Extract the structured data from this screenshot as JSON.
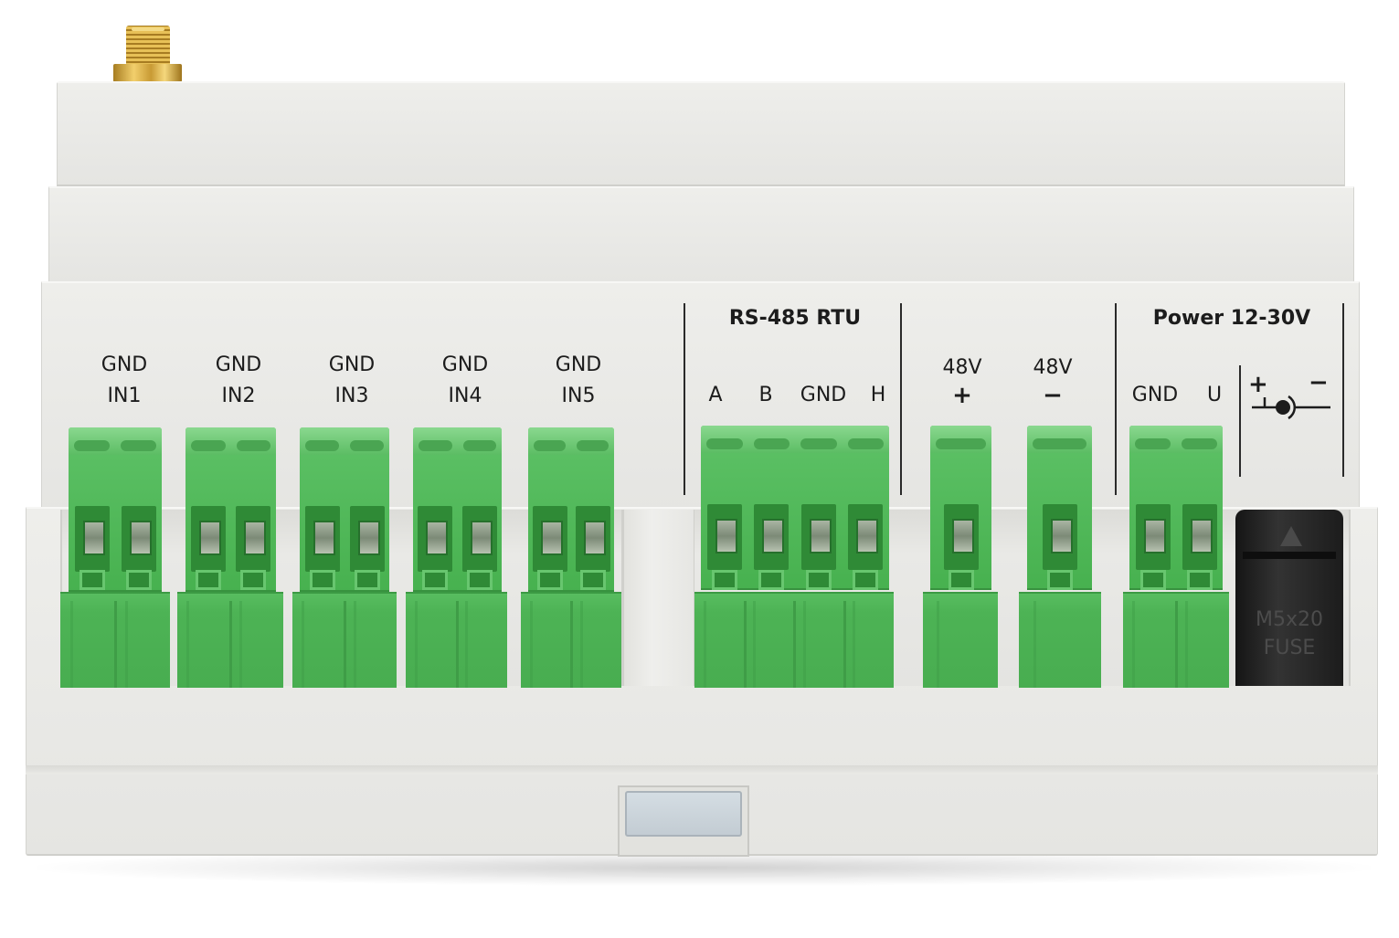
{
  "inputs": [
    {
      "top": "GND",
      "bottom": "IN1"
    },
    {
      "top": "GND",
      "bottom": "IN2"
    },
    {
      "top": "GND",
      "bottom": "IN3"
    },
    {
      "top": "GND",
      "bottom": "IN4"
    },
    {
      "top": "GND",
      "bottom": "IN5"
    }
  ],
  "rs485": {
    "title": "RS-485 RTU",
    "pins": [
      "A",
      "B",
      "GND",
      "H"
    ]
  },
  "out48": [
    {
      "top": "48V",
      "bottom": "+"
    },
    {
      "top": "48V",
      "bottom": "−"
    }
  ],
  "power": {
    "title": "Power 12-30V",
    "pins": [
      "GND",
      "U"
    ],
    "polarity_plus": "+",
    "polarity_minus": "−"
  },
  "fuse": {
    "line1": "M5x20",
    "line2": "FUSE"
  },
  "colors": {
    "housing": "#e9e9e6",
    "terminal_green": "#4fb957",
    "fuse_black": "#1f1f1f",
    "antenna_gold": "#d9ad43"
  },
  "icons": [
    "sma-antenna-connector-icon",
    "dc-jack-polarity-icon",
    "fuse-warning-icon"
  ]
}
